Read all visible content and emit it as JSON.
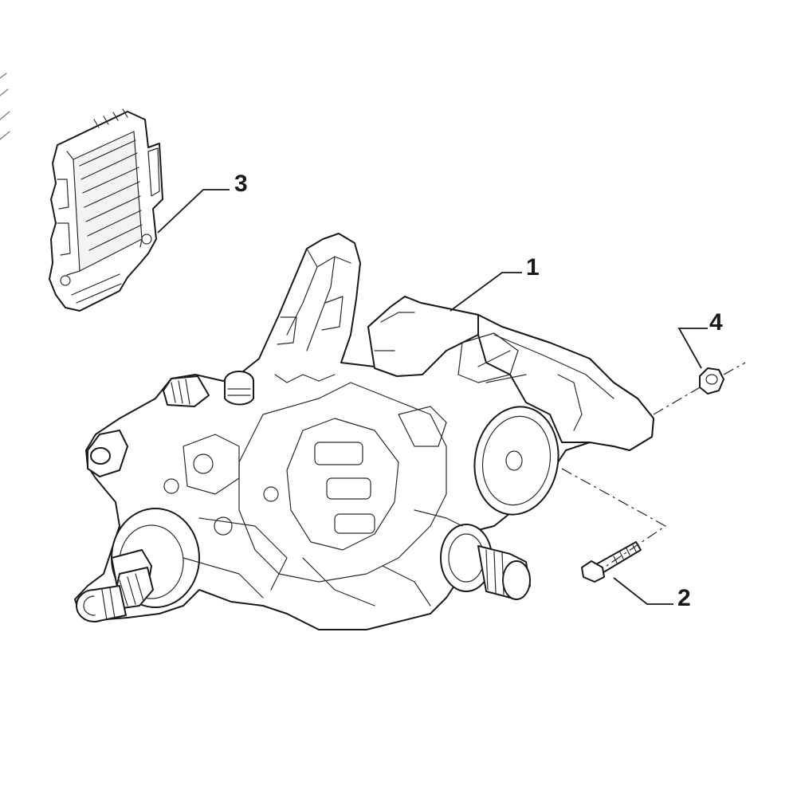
{
  "diagram": {
    "callouts": [
      {
        "id": "1",
        "part": "gearbox-assembly"
      },
      {
        "id": "2",
        "part": "bolt"
      },
      {
        "id": "3",
        "part": "control-unit"
      },
      {
        "id": "4",
        "part": "nut"
      }
    ]
  }
}
